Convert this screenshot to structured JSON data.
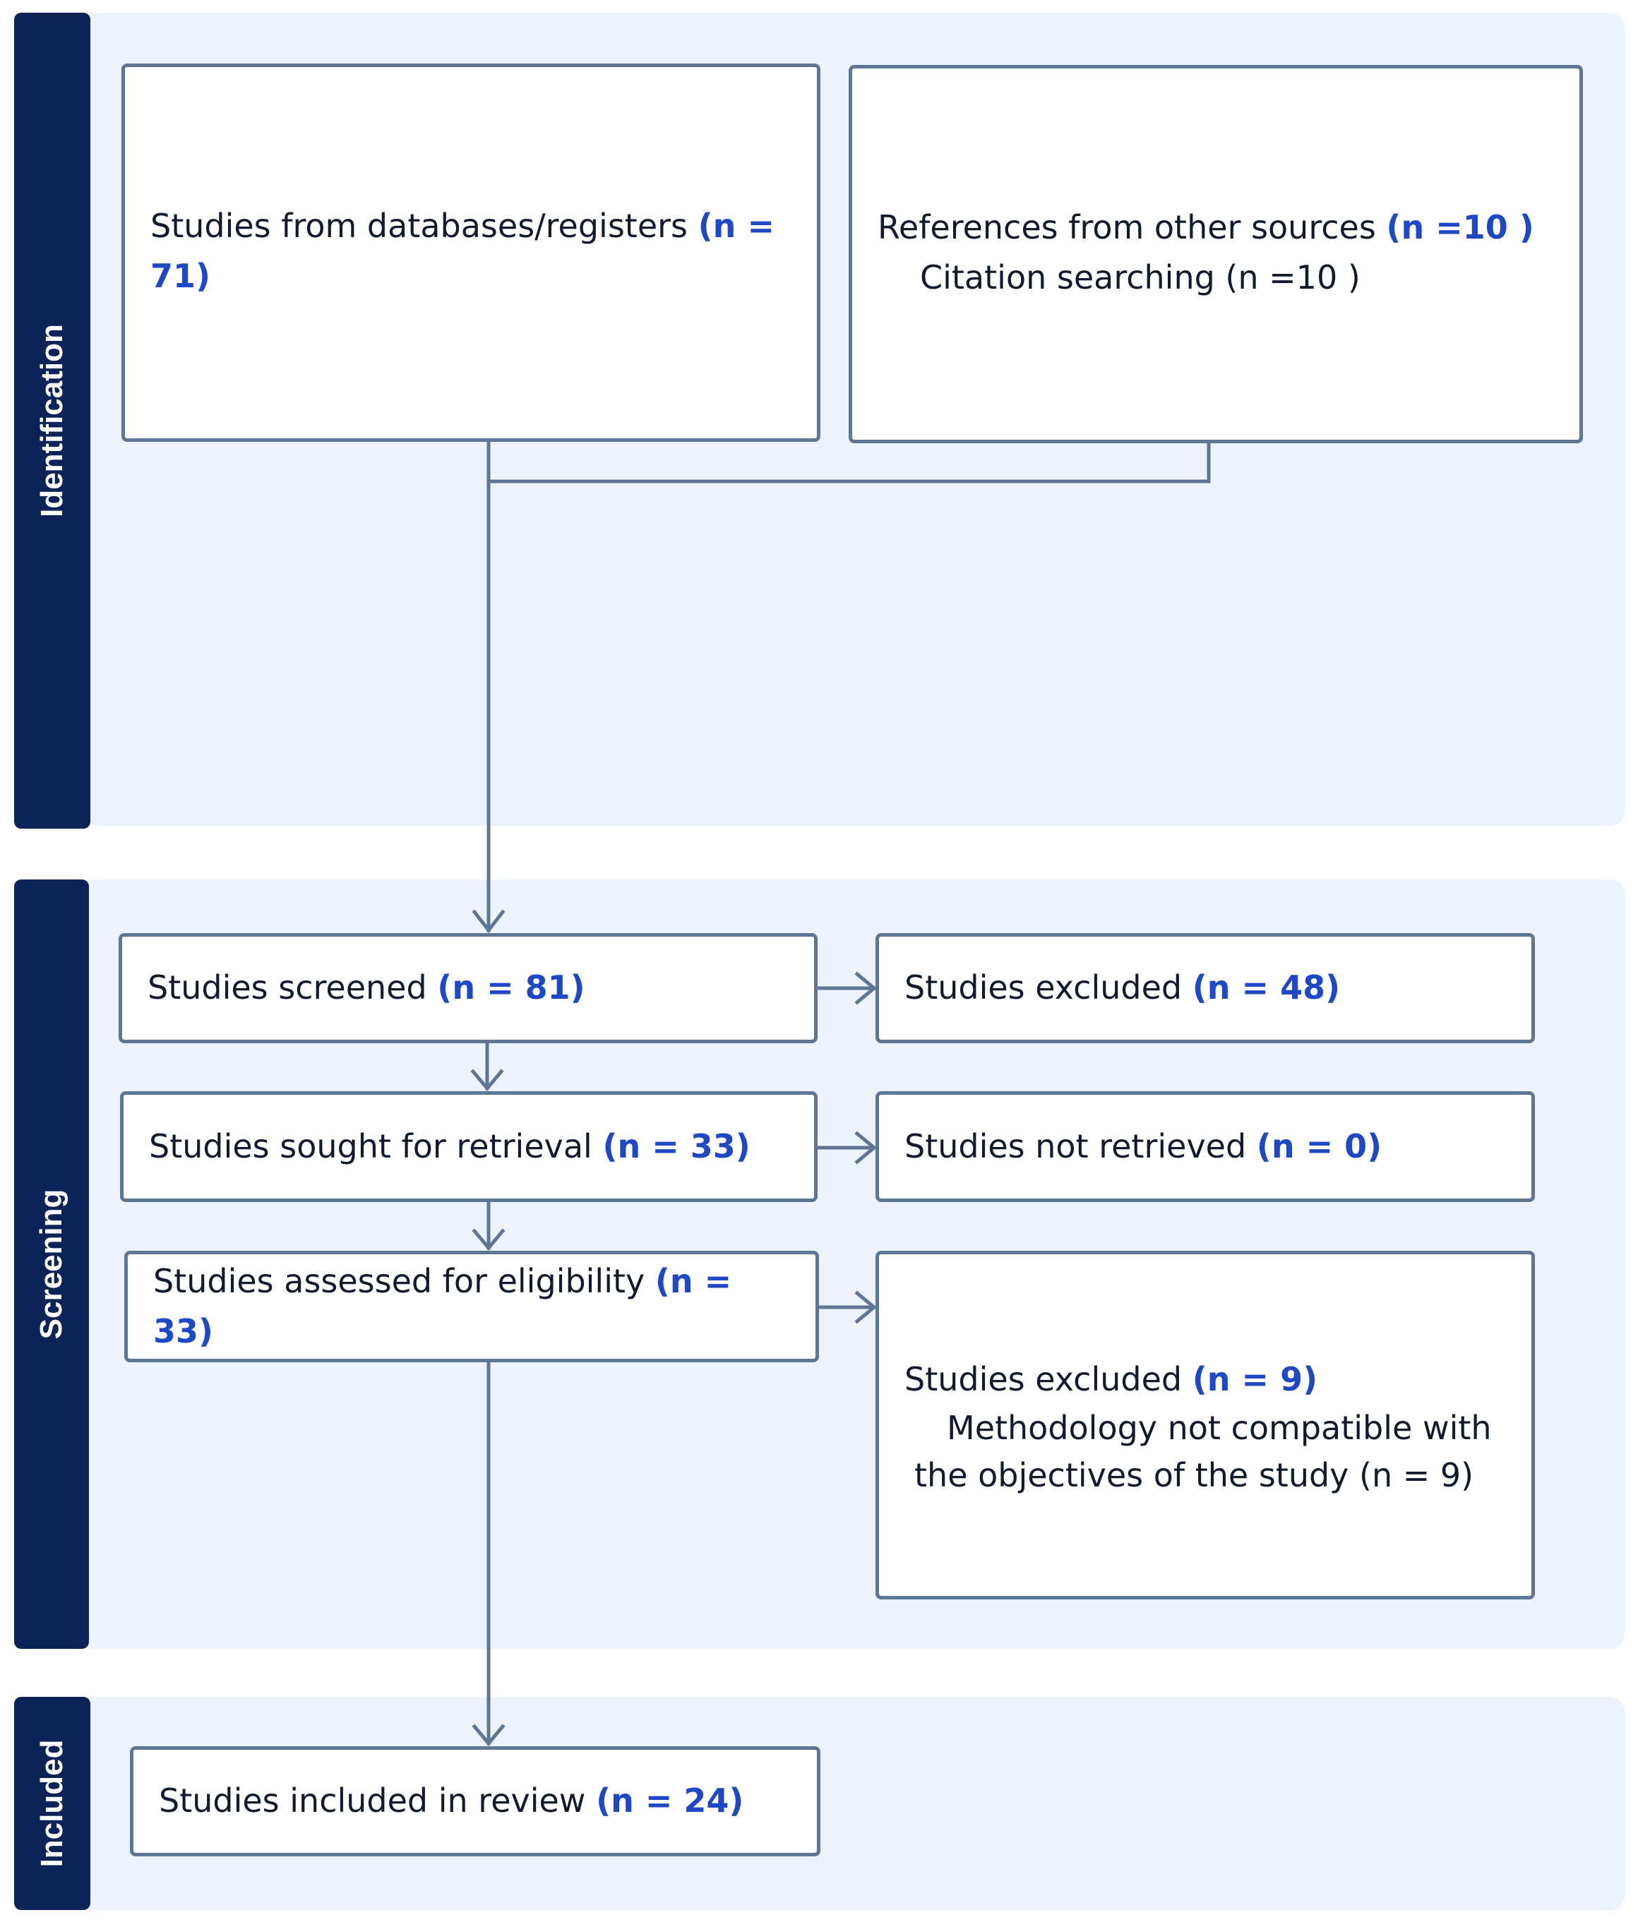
{
  "phases": {
    "identification": "Identification",
    "screening": "Screening",
    "included": "Included"
  },
  "boxes": {
    "databases": {
      "text": "Studies from databases/registers",
      "count": "(n = 71)"
    },
    "other_sources": {
      "text": "References from other sources",
      "count": "(n =10 )",
      "sub": "Citation searching (n =10 )"
    },
    "screened": {
      "text": "Studies screened",
      "count": "(n = 81)"
    },
    "excluded": {
      "text": "Studies excluded",
      "count": "(n = 48)"
    },
    "sought": {
      "text": "Studies sought for retrieval",
      "count": "(n = 33)"
    },
    "not_retrieved": {
      "text": "Studies not retrieved",
      "count": "(n = 0)"
    },
    "assessed": {
      "text": "Studies assessed for eligibility",
      "count": "(n = 33)"
    },
    "excluded_eligibility": {
      "text": "Studies excluded",
      "count": "(n = 9)",
      "sub_1": "Methodology not compatible with",
      "sub_2": "the objectives of the study (n = 9)"
    },
    "included": {
      "text": "Studies included in review",
      "count": "(n = 24)"
    }
  },
  "colors": {
    "sidebar": "#0c2357",
    "panel": "#edf3fc",
    "border": "#5f7594",
    "count": "#1f48c7"
  }
}
